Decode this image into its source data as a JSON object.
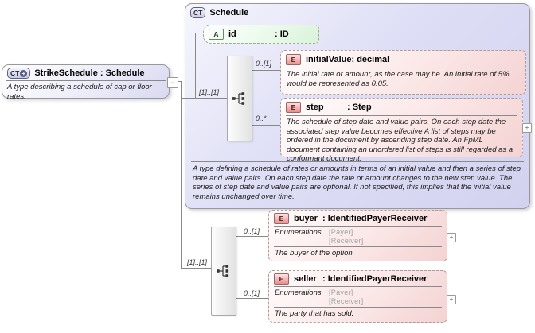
{
  "colors": {
    "lavenderFill": "#dcdcf4",
    "pinkFill": "#f6d6d6",
    "greenFill": "#dcf4dc",
    "badgeBlueBorder": "#5f5f83",
    "badgeRedBorder": "#9b6565",
    "badgeGreenBorder": "#5f8f5f",
    "lineColor": "#888888"
  },
  "strikeSchedule": {
    "badge": "CT",
    "plusGlyph": "+",
    "title": "StrikeSchedule : Schedule",
    "description": "A type describing a schedule of cap or floor rates.",
    "collapseGlyph": "−"
  },
  "schedule": {
    "badge": "CT",
    "title": "Schedule",
    "rootCardinality": "[1]..[1]",
    "idAttr": {
      "badge": "A",
      "name": "id",
      "type": ": ID"
    },
    "initialValue": {
      "badge": "E",
      "cardinality": "0..[1]",
      "name": "initialValue",
      "type": ": decimal",
      "description": "The initial rate or amount, as the case may be. An initial rate of 5% would be represented as 0.05."
    },
    "step": {
      "badge": "E",
      "cardinality": "0..*",
      "name": "step",
      "type": ": Step",
      "expandGlyph": "+",
      "description": "The schedule of step date and value pairs. On each step date the associated step value becomes effective A list of steps may be ordered in the document by ascending step date. An FpML document containing an unordered list of steps is still regarded as a conformant document."
    },
    "description": "A type defining a schedule of rates or amounts in terms of an initial value and then a series of step date and value pairs. On each step date the rate or amount changes to the new step value. The series of step date and value pairs are optional. If not specified, this implies that the initial value remains unchanged over time."
  },
  "content": {
    "rootCardinality": "[1]..[1]",
    "buyer": {
      "badge": "E",
      "cardinality": "0..[1]",
      "name": "buyer",
      "type": ": IdentifiedPayerReceiver",
      "enumerationsLabel": "Enumerations",
      "enumerations": [
        "[Payer]",
        "[Receiver]"
      ],
      "expandGlyph": "+",
      "description": "The buyer of the option"
    },
    "seller": {
      "badge": "E",
      "cardinality": "0..[1]",
      "name": "seller",
      "type": ": IdentifiedPayerReceiver",
      "enumerationsLabel": "Enumerations",
      "enumerations": [
        "[Payer]",
        "[Receiver]"
      ],
      "expandGlyph": "+",
      "description": "The party that has sold."
    }
  }
}
